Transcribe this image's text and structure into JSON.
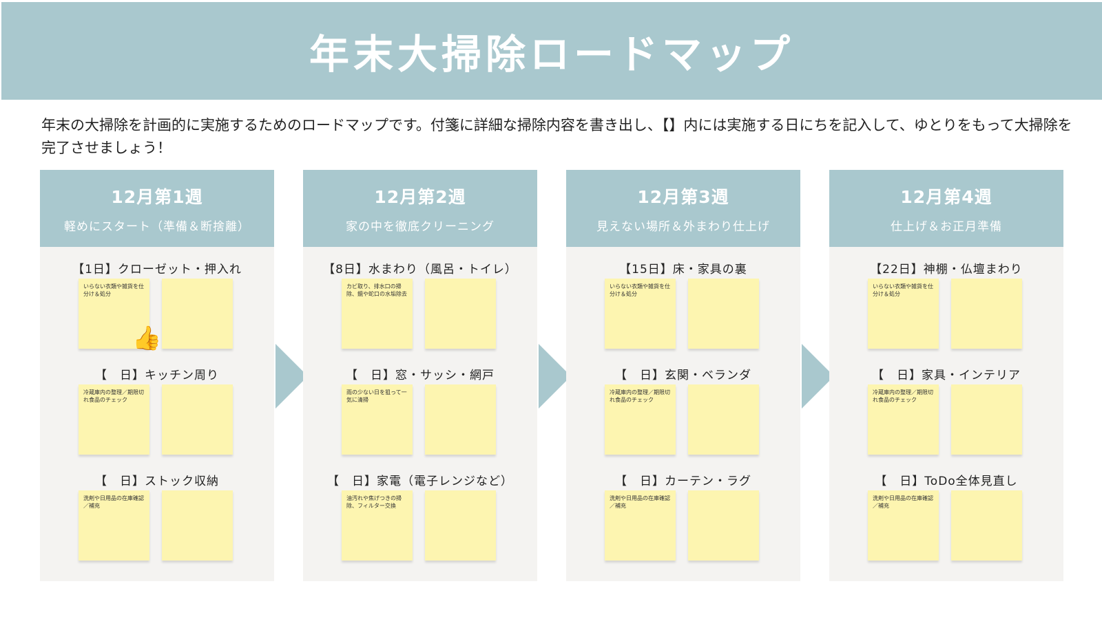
{
  "title": "年末大掃除ロードマップ",
  "intro": "年末の大掃除を計画的に実施するためのロードマップです。付箋に詳細な掃除内容を書き出し、【】内には実施する日にちを記入して、ゆとりをもって大掃除を完了させましょう！",
  "weeks": [
    {
      "week": "12月第1週",
      "theme": "軽めにスタート（準備＆断捨離）",
      "tasks": [
        {
          "title": "【1日】クローゼット・押入れ",
          "note": "いらない衣類や雑貨を仕分け＆処分"
        },
        {
          "title": "【　日】キッチン周り",
          "note": "冷蔵庫内の整理／期限切れ食品のチェック"
        },
        {
          "title": "【　日】ストック収納",
          "note": "洗剤や日用品の在庫確認／補充"
        }
      ]
    },
    {
      "week": "12月第2週",
      "theme": "家の中を徹底クリーニング",
      "tasks": [
        {
          "title": "【8日】水まわり（風呂・トイレ）",
          "note": "カビ取り、排水口の掃除、鏡や蛇口の水垢除去"
        },
        {
          "title": "【　日】窓・サッシ・網戸",
          "note": "雨の少ない日を狙って一気に清掃"
        },
        {
          "title": "【　日】家電（電子レンジなど）",
          "note": "油汚れや焦げつきの掃除、フィルター交換"
        }
      ]
    },
    {
      "week": "12月第3週",
      "theme": "見えない場所＆外まわり仕上げ",
      "tasks": [
        {
          "title": "【15日】床・家具の裏",
          "note": "いらない衣類や雑貨を仕分け＆処分"
        },
        {
          "title": "【　日】玄関・ベランダ",
          "note": "冷蔵庫内の整理／期限切れ食品のチェック"
        },
        {
          "title": "【　日】カーテン・ラグ",
          "note": "洗剤や日用品の在庫確認／補充"
        }
      ]
    },
    {
      "week": "12月第4週",
      "theme": "仕上げ＆お正月準備",
      "tasks": [
        {
          "title": "【22日】神棚・仏壇まわり",
          "note": "いらない衣類や雑貨を仕分け＆処分"
        },
        {
          "title": "【　日】家具・インテリア",
          "note": "冷蔵庫内の整理／期限切れ食品のチェック"
        },
        {
          "title": "【　日】ToDo全体見直し",
          "note": "洗剤や日用品の在庫確認／補充"
        }
      ]
    }
  ],
  "reaction": "👍",
  "colors": {
    "accent": "#a9c8ce",
    "sticky": "#fdf5b0",
    "panel": "#f4f3f1"
  }
}
